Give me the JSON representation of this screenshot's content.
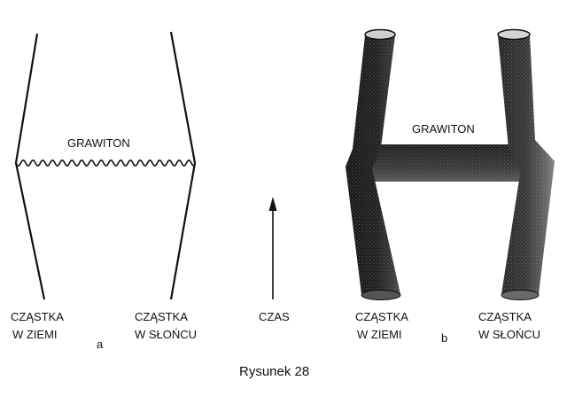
{
  "diagram_a": {
    "graviton_label": "GRAWITON",
    "left_particle_line1": "CZĄSTKA",
    "left_particle_line2": "W ZIEMI",
    "right_particle_line1": "CZĄSTKA",
    "right_particle_line2": "W SŁOŃCU",
    "panel_letter": "a"
  },
  "time_axis": {
    "label": "CZAS"
  },
  "diagram_b": {
    "graviton_label": "GRAWITON",
    "left_particle_line1": "CZĄSTKA",
    "left_particle_line2": "W ZIEMI",
    "right_particle_line1": "CZĄSTKA",
    "right_particle_line2": "W SŁOŃCU",
    "panel_letter": "b"
  },
  "caption": "Rysunek 28",
  "colors": {
    "ink": "#111111",
    "background": "#ffffff"
  }
}
